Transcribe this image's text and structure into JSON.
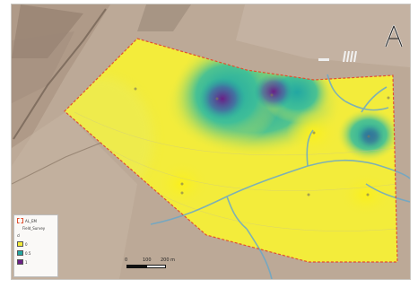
{
  "map": {
    "north_arrow_letter": "A",
    "colors": {
      "yellow": "#f3ec3b",
      "teal": "#23a7a2",
      "purple": "#6b1f86",
      "boundary": "#e05030",
      "river": "#6aa7c8",
      "terrain": "#b9a796"
    }
  },
  "legend": {
    "boundary_label": "AL_EM",
    "subtitle": "Field_Survey",
    "class_title": "cl",
    "classes": [
      {
        "label": "0",
        "color": "#f3ec3b"
      },
      {
        "label": "0.5",
        "color": "#23a7a2"
      },
      {
        "label": "1",
        "color": "#6b1f86"
      }
    ]
  },
  "scalebar": {
    "ticks": [
      "0",
      "100",
      "200 m"
    ]
  }
}
